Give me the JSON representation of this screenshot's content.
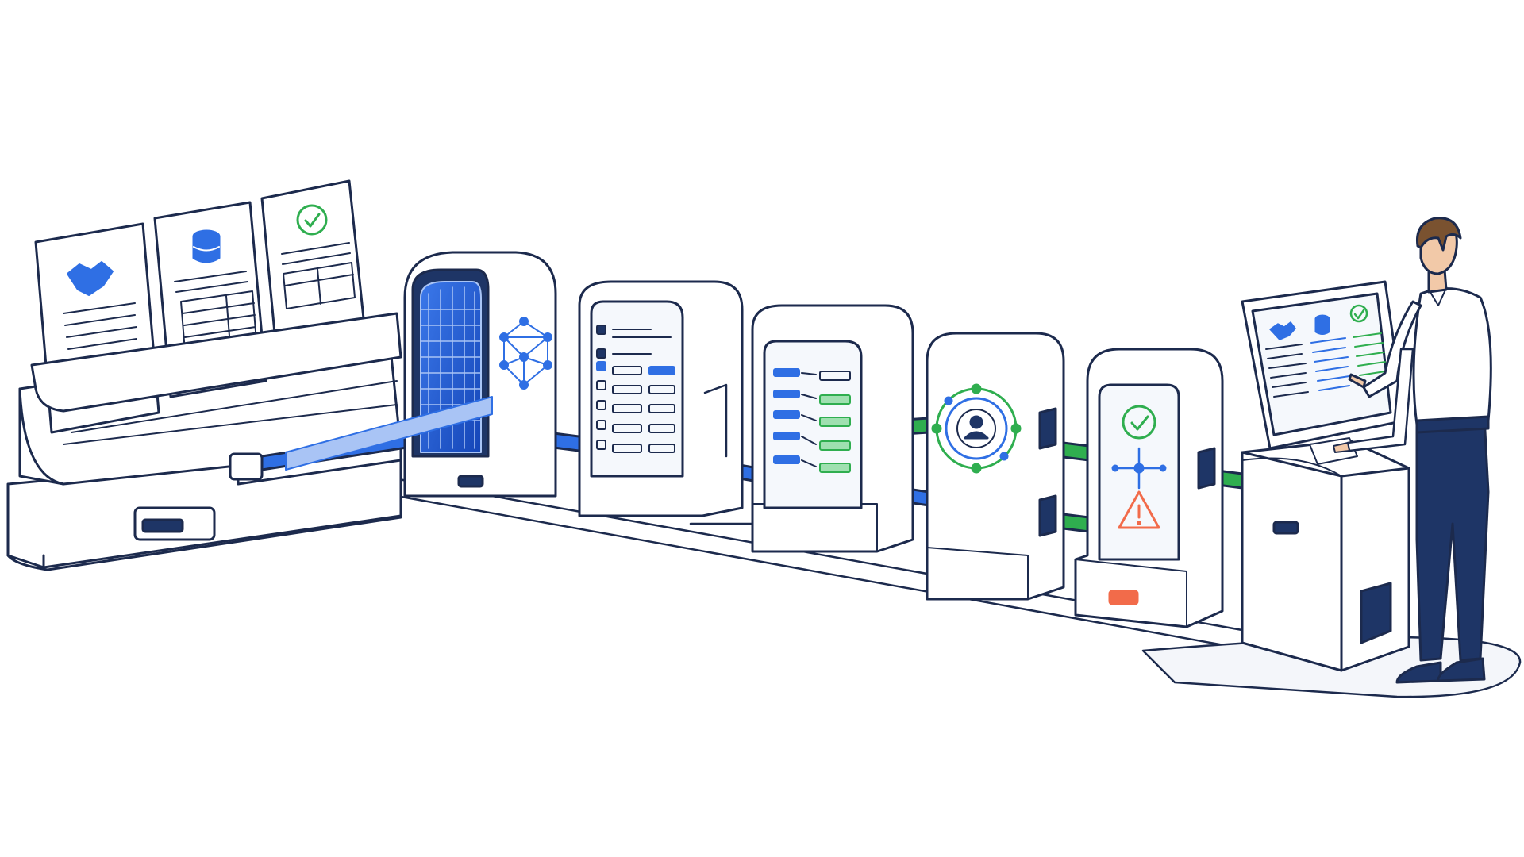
{
  "colors": {
    "outline": "#1c2a4d",
    "blue": "#2f6fe4",
    "light_blue": "#a9c4f5",
    "green": "#2fae4f",
    "light_green": "#9fe0b0",
    "orange": "#f26b4a",
    "navy": "#1e3566",
    "panel": "#f5f8fc",
    "skin": "#f2c9a8",
    "hair": "#7a5230",
    "shirt": "#ffffff"
  },
  "diagram": {
    "source_documents": [
      {
        "icon": "handshake-icon",
        "kind": "contract"
      },
      {
        "icon": "database-icon",
        "kind": "table"
      },
      {
        "icon": "check-circle-icon",
        "kind": "certificate"
      }
    ],
    "stations": [
      {
        "id": "scanner",
        "icon": "neural-network-icon",
        "accent": "blue"
      },
      {
        "id": "extraction",
        "icon": "form-fields-icon",
        "accent": "blue"
      },
      {
        "id": "validation",
        "icon": "field-mapping-icon",
        "accent": "green"
      },
      {
        "id": "identity",
        "icon": "user-target-icon",
        "accent": "green"
      },
      {
        "id": "review",
        "icon": "check-warning-icon",
        "accent": "orange"
      }
    ],
    "operator": {
      "role": "reviewer",
      "screen_icons": [
        "handshake-icon",
        "database-icon",
        "check-circle-icon"
      ]
    }
  }
}
